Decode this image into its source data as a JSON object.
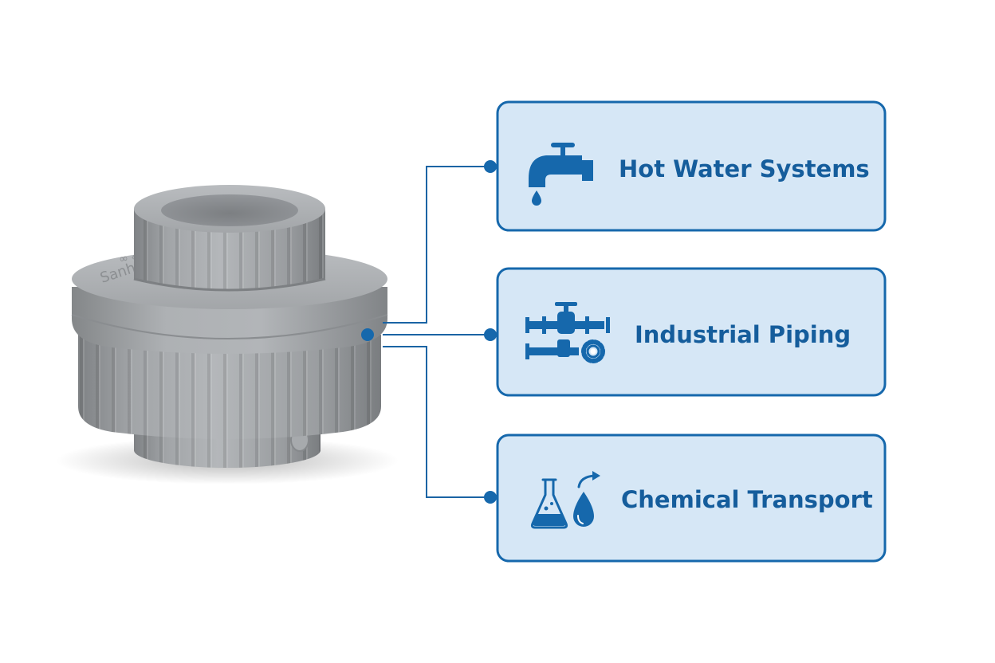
{
  "diagram": {
    "product": {
      "name": "pvc-union-fitting"
    },
    "applications": [
      {
        "label": "Hot Water Systems",
        "icon": "water-faucet-icon"
      },
      {
        "label": "Industrial Piping",
        "icon": "pipe-valve-gear-icon"
      },
      {
        "label": "Chemical Transport",
        "icon": "chemical-flask-drop-icon"
      }
    ],
    "colors": {
      "accent": "#1668ac",
      "card_fill": "#d6e7f6",
      "fitting_gray": "#9a9da0"
    }
  }
}
